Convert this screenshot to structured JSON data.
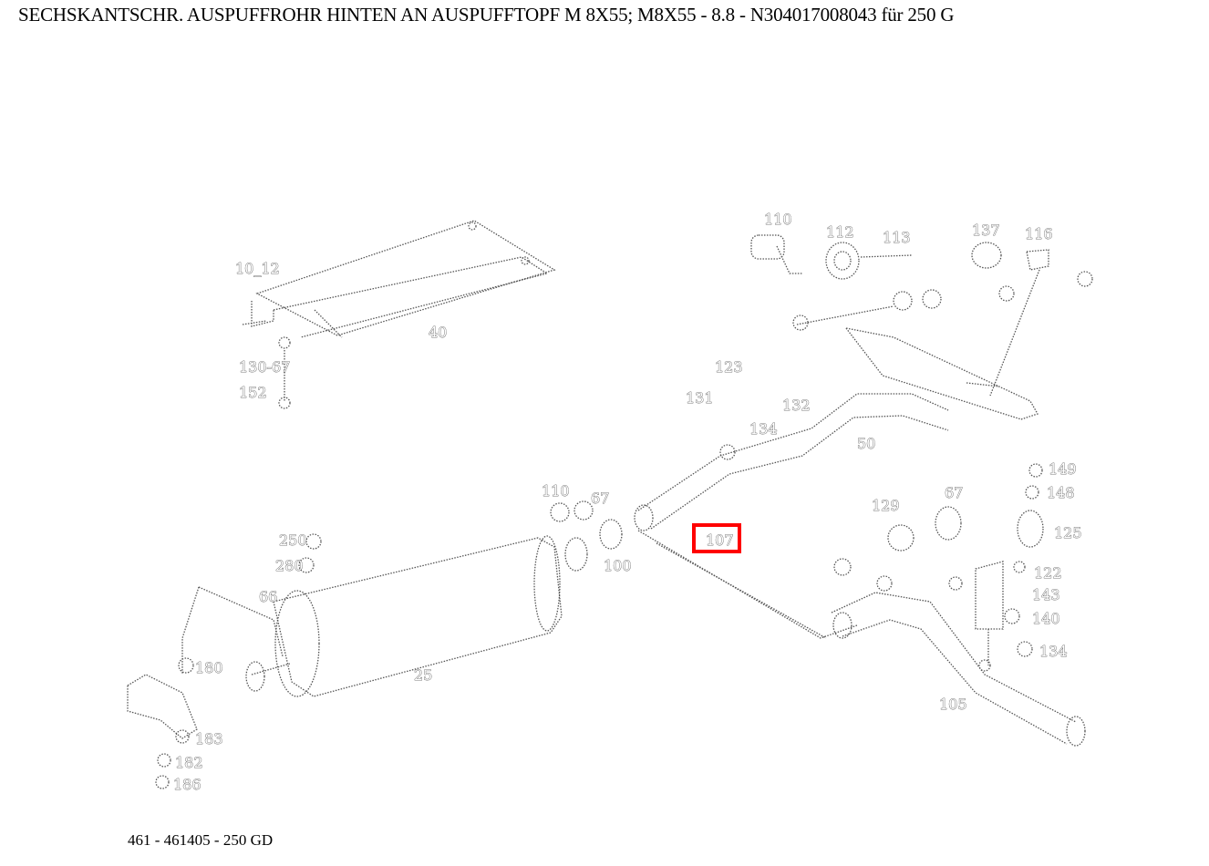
{
  "title": "SECHSKANTSCHR. AUSPUFFROHR HINTEN AN AUSPUFFTOPF M 8X55; M8X55 - 8.8 - N304017008043 für 250 G",
  "footer": "461 - 461405 - 250 GD",
  "highlight_color": "#ff0000",
  "highlighted_part": "107",
  "part_labels": [
    {
      "id": "lbl-110a",
      "text": "110"
    },
    {
      "id": "lbl-112",
      "text": "112"
    },
    {
      "id": "lbl-113",
      "text": "113"
    },
    {
      "id": "lbl-137",
      "text": "137"
    },
    {
      "id": "lbl-116",
      "text": "116"
    },
    {
      "id": "lbl-10-12",
      "text": "10_12"
    },
    {
      "id": "lbl-40",
      "text": "40"
    },
    {
      "id": "lbl-130-67",
      "text": "130-67"
    },
    {
      "id": "lbl-152",
      "text": "152"
    },
    {
      "id": "lbl-123",
      "text": "123"
    },
    {
      "id": "lbl-131",
      "text": "131"
    },
    {
      "id": "lbl-132",
      "text": "132"
    },
    {
      "id": "lbl-134a",
      "text": "134"
    },
    {
      "id": "lbl-50",
      "text": "50"
    },
    {
      "id": "lbl-110b",
      "text": "110"
    },
    {
      "id": "lbl-67a",
      "text": "67"
    },
    {
      "id": "lbl-107",
      "text": "107"
    },
    {
      "id": "lbl-100",
      "text": "100"
    },
    {
      "id": "lbl-149",
      "text": "149"
    },
    {
      "id": "lbl-148",
      "text": "148"
    },
    {
      "id": "lbl-125",
      "text": "125"
    },
    {
      "id": "lbl-129",
      "text": "129"
    },
    {
      "id": "lbl-67b",
      "text": "67"
    },
    {
      "id": "lbl-122",
      "text": "122"
    },
    {
      "id": "lbl-143",
      "text": "143"
    },
    {
      "id": "lbl-140",
      "text": "140"
    },
    {
      "id": "lbl-134b",
      "text": "134"
    },
    {
      "id": "lbl-105",
      "text": "105"
    },
    {
      "id": "lbl-25",
      "text": "25"
    },
    {
      "id": "lbl-250",
      "text": "250"
    },
    {
      "id": "lbl-280",
      "text": "280"
    },
    {
      "id": "lbl-66",
      "text": "66"
    },
    {
      "id": "lbl-180",
      "text": "180"
    },
    {
      "id": "lbl-183",
      "text": "183"
    },
    {
      "id": "lbl-182",
      "text": "182"
    },
    {
      "id": "lbl-186",
      "text": "186"
    }
  ]
}
